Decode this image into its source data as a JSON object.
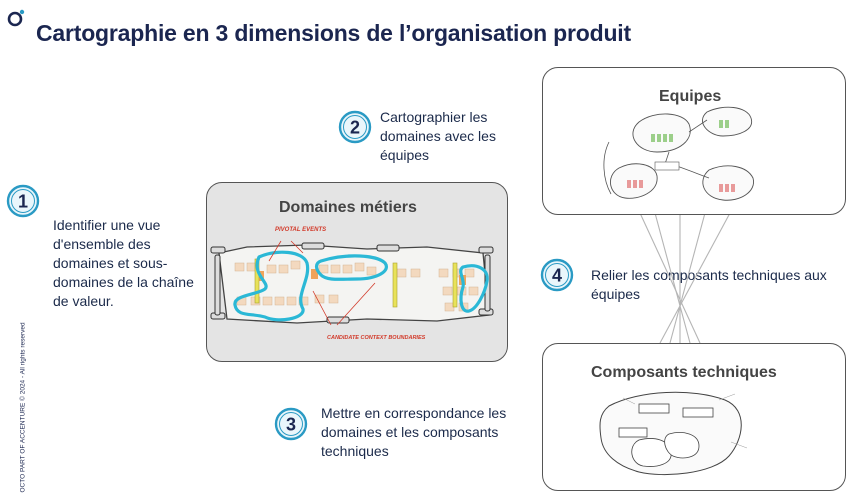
{
  "header": {
    "title": "Cartographie en 3 dimensions de l’organisation produit",
    "copyright": "OCTO PART OF ACCENTURE © 2024 - All rights reserved"
  },
  "steps": [
    {
      "number": "1",
      "text": "Identifier une vue d'ensemble des domaines et sous-domaines de la chaîne de valeur."
    },
    {
      "number": "2",
      "text": "Cartographier les domaines avec les équipes"
    },
    {
      "number": "3",
      "text": "Mettre en correspondance les domaines et les composants techniques"
    },
    {
      "number": "4",
      "text": "Relier les composants techniques aux équipes"
    }
  ],
  "panels": {
    "domaines": {
      "title": "Domaines métiers",
      "annotations": [
        "PIVOTAL EVENTS",
        "CANDIDATE CONTEXT BOUNDARIES"
      ]
    },
    "equipes": {
      "title": "Equipes"
    },
    "composants": {
      "title": "Composants techniques"
    }
  },
  "colors": {
    "title": "#1b2650",
    "badge": "#2a9ac4",
    "highlight": "#2bb8d6",
    "annotation": "#d23a2a",
    "sticky": "#f3d9bf"
  }
}
